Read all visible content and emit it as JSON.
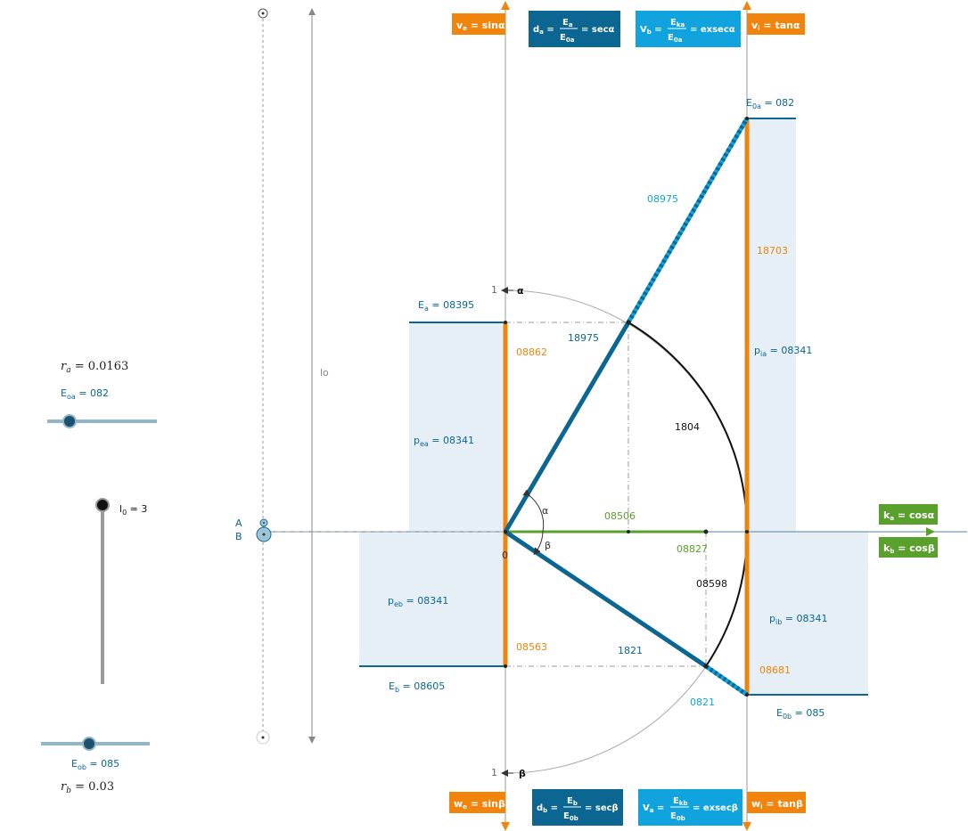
{
  "colors": {
    "orange": "#f0840c",
    "dark_blue": "#0b6691",
    "light_blue": "#11a3de",
    "green": "#5aa02c",
    "fill": "#e6eff5",
    "gray": "#888888"
  },
  "left_panel": {
    "ra": "r",
    "ra_sub": "a",
    "ra_value": " = 0.0163",
    "eoa_main": "E",
    "eoa_sub": "oa",
    "eoa_value": " = 082",
    "l0_main": "l",
    "l0_sub": "0",
    "l0_value": " = 3",
    "eob_main": "E",
    "eob_sub": "ob",
    "eob_value": " = 085",
    "rb": "r",
    "rb_sub": "b",
    "rb_value": " = 0.03"
  },
  "axis_labels": {
    "lo": "lo",
    "a_point": "A",
    "b_point": "B",
    "origin": "0",
    "one_top": "1",
    "one_bottom": "1",
    "alpha_top": "α",
    "beta_bottom": "β",
    "alpha_angle": "α",
    "beta_angle": "β"
  },
  "tags": {
    "ve": {
      "main": "v",
      "sub": "e",
      "rest": " = sinα"
    },
    "da": {
      "lhs": "d",
      "lhs_sub": "a",
      "num": "E",
      "num_sub": "a",
      "den": "E",
      "den_sub": "0a",
      "rest": "= secα"
    },
    "vb": {
      "lhs": "V",
      "lhs_sub": "b",
      "num": "E",
      "num_sub": "ka",
      "den": "E",
      "den_sub": "0a",
      "rest": "= exsecα"
    },
    "vi": {
      "main": "v",
      "sub": "i",
      "rest": " = tanα"
    },
    "ka": {
      "main": "k",
      "sub": "a",
      "rest": " = cosα"
    },
    "kb": {
      "main": "k",
      "sub": "b",
      "rest": " = cosβ"
    },
    "we": {
      "main": "w",
      "sub": "e",
      "rest": " = sinβ"
    },
    "db": {
      "lhs": "d",
      "lhs_sub": "b",
      "num": "E",
      "num_sub": "b",
      "den": "E",
      "den_sub": "0b",
      "rest": "= secβ"
    },
    "va": {
      "lhs": "V",
      "lhs_sub": "a",
      "num": "E",
      "num_sub": "kb",
      "den": "E",
      "den_sub": "0b",
      "rest": "= exsecβ"
    },
    "wi": {
      "main": "w",
      "sub": "i",
      "rest": " = tanβ"
    }
  },
  "values": {
    "e0a": {
      "main": "E",
      "sub": "0a",
      "rest": " = 082"
    },
    "ea": {
      "main": "E",
      "sub": "a",
      "rest": " = 08395"
    },
    "eb": {
      "main": "E",
      "sub": "b",
      "rest": " = 08605"
    },
    "e0b": {
      "main": "E",
      "sub": "0b",
      "rest": " = 085"
    },
    "pea": {
      "main": "p",
      "sub": "ea",
      "rest": " = 08341"
    },
    "peb": {
      "main": "p",
      "sub": "eb",
      "rest": " = 08341"
    },
    "pia": {
      "main": "p",
      "sub": "ia",
      "rest": " = 08341"
    },
    "pib": {
      "main": "p",
      "sub": "ib",
      "rest": " = 08341"
    },
    "upper_secant": "08975",
    "upper_tan": "18703",
    "upper_radius": "18975",
    "upper_sin": "08862",
    "arc_upper": "1804",
    "cos_alpha": "08506",
    "cos_beta": "08827",
    "arc_lower": "08598",
    "lower_sin": "08563",
    "lower_radius": "1821",
    "lower_tan": "08681",
    "lower_secant": "0821"
  }
}
